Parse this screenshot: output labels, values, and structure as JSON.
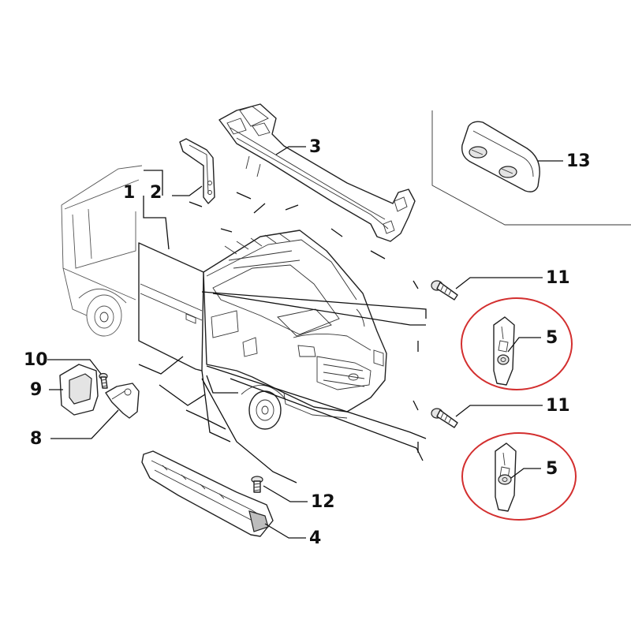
{
  "callouts": {
    "c1": "1",
    "c2": "2",
    "c3": "3",
    "c4": "4",
    "c5a": "5",
    "c5b": "5",
    "c8": "8",
    "c9": "9",
    "c10": "10",
    "c11a": "11",
    "c11b": "11",
    "c12": "12",
    "c13": "13"
  },
  "colors": {
    "highlight": "#d32f2f",
    "line": "#111111",
    "background": "#ffffff"
  }
}
